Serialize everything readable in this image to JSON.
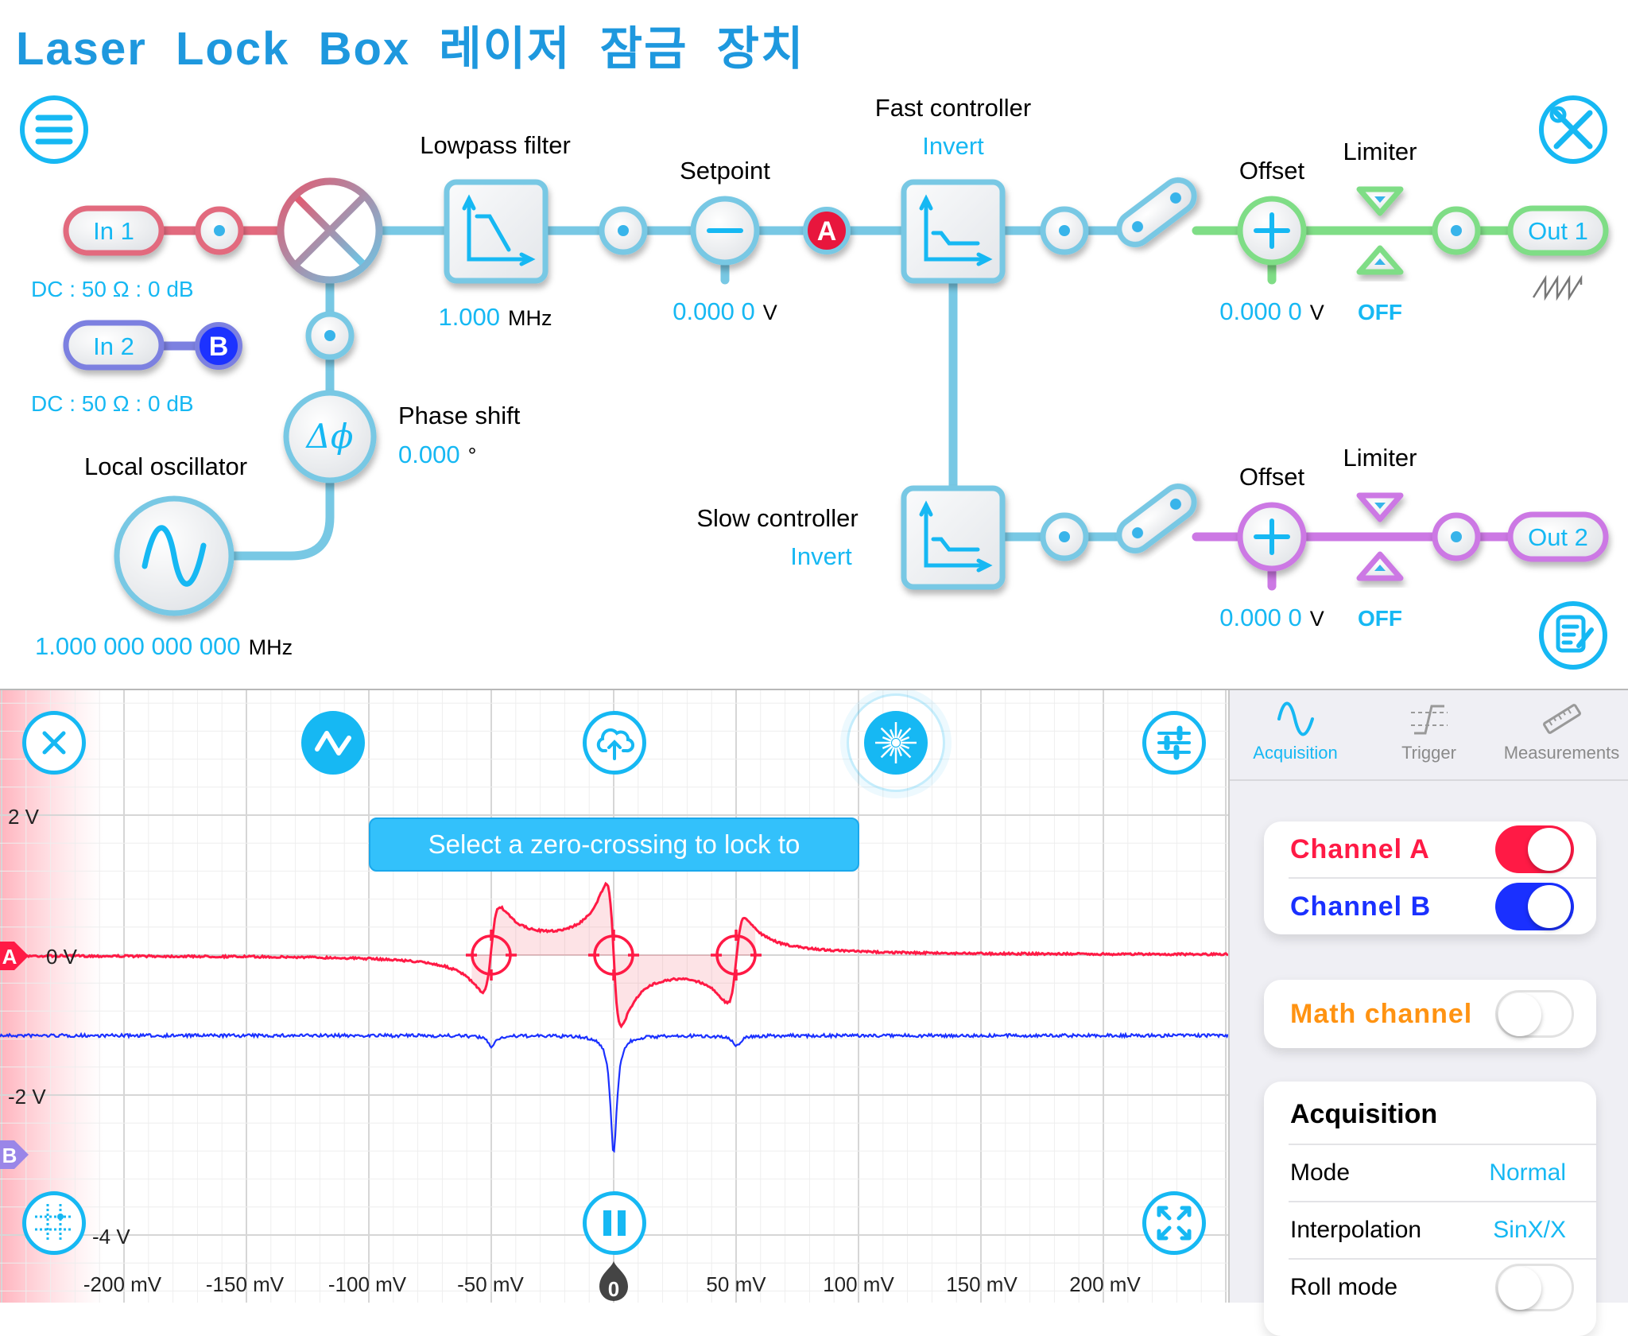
{
  "title": "Laser  Lock  Box  레이저  잠금  장치",
  "diagram": {
    "in1": {
      "label": "In 1",
      "settings": "DC : 50 Ω : 0 dB"
    },
    "in2": {
      "label": "In 2",
      "settings": "DC : 50 Ω : 0 dB",
      "badge": "B"
    },
    "lowpass": {
      "label": "Lowpass filter",
      "value": "1.000",
      "unit": "MHz"
    },
    "setpoint": {
      "label": "Setpoint",
      "value": "0.000 0",
      "unit": "V",
      "badge": "A"
    },
    "fast": {
      "label": "Fast controller",
      "invert": "Invert"
    },
    "slow": {
      "label": "Slow controller",
      "invert": "Invert"
    },
    "phase": {
      "label": "Phase shift",
      "value": "0.000",
      "unit": "°",
      "symbol": "Δϕ"
    },
    "lo": {
      "label": "Local oscillator",
      "value": "1.000 000 000 000",
      "unit": "MHz"
    },
    "out1": {
      "label": "Out 1",
      "offset_label": "Offset",
      "offset_value": "0.000 0",
      "offset_unit": "V",
      "limiter_label": "Limiter",
      "limiter_value": "OFF"
    },
    "out2": {
      "label": "Out 2",
      "offset_label": "Offset",
      "offset_value": "0.000 0",
      "offset_unit": "V",
      "limiter_label": "Limiter",
      "limiter_value": "OFF"
    }
  },
  "scope": {
    "banner": "Select a zero-crossing to lock to",
    "y_ticks": [
      "2 V",
      "0 V",
      "-2 V",
      "-4 V"
    ],
    "x_ticks": [
      "-200 mV",
      "-150 mV",
      "-100 mV",
      "-50 mV",
      "50 mV",
      "100 mV",
      "150 mV",
      "200 mV"
    ],
    "zero_marker": "0",
    "channel_a": "A",
    "channel_b": "B"
  },
  "panel": {
    "tabs": [
      {
        "label": "Acquisition",
        "active": true
      },
      {
        "label": "Trigger",
        "active": false
      },
      {
        "label": "Measurements",
        "active": false
      }
    ],
    "channel_a": {
      "label": "Channel A",
      "on": true
    },
    "channel_b": {
      "label": "Channel B",
      "on": true
    },
    "math": {
      "label": "Math channel",
      "on": false
    },
    "acquisition": {
      "title": "Acquisition",
      "mode_label": "Mode",
      "mode_value": "Normal",
      "interp_label": "Interpolation",
      "interp_value": "SinX/X",
      "roll_label": "Roll mode",
      "roll_on": false
    }
  },
  "colors": {
    "accent": "#16b8f3",
    "channel_a": "#ff1a45",
    "channel_b": "#1a30ff",
    "math": "#ff9312",
    "out1": "#7fdd86",
    "out2": "#cc78e4"
  }
}
